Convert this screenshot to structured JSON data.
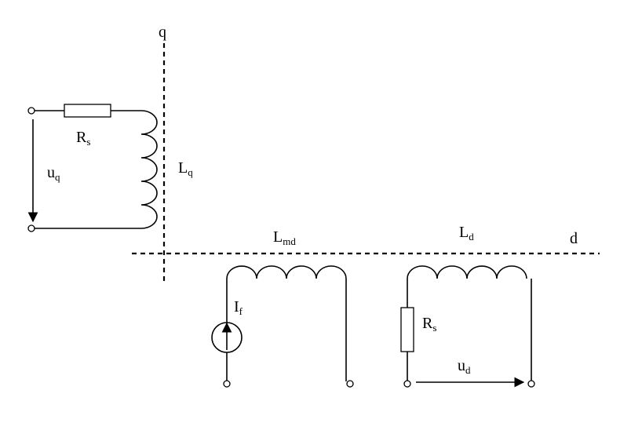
{
  "axes": {
    "q": "q",
    "d": "d"
  },
  "labels": {
    "rs_q": {
      "main": "R",
      "sub": "s"
    },
    "uq": {
      "main": "u",
      "sub": "q"
    },
    "lq": {
      "main": "L",
      "sub": "q"
    },
    "lmd": {
      "main": "L",
      "sub": "md"
    },
    "ld": {
      "main": "L",
      "sub": "d"
    },
    "if": {
      "main": "I",
      "sub": "f"
    },
    "rs_d": {
      "main": "R",
      "sub": "s"
    },
    "ud": {
      "main": "u",
      "sub": "d"
    }
  }
}
